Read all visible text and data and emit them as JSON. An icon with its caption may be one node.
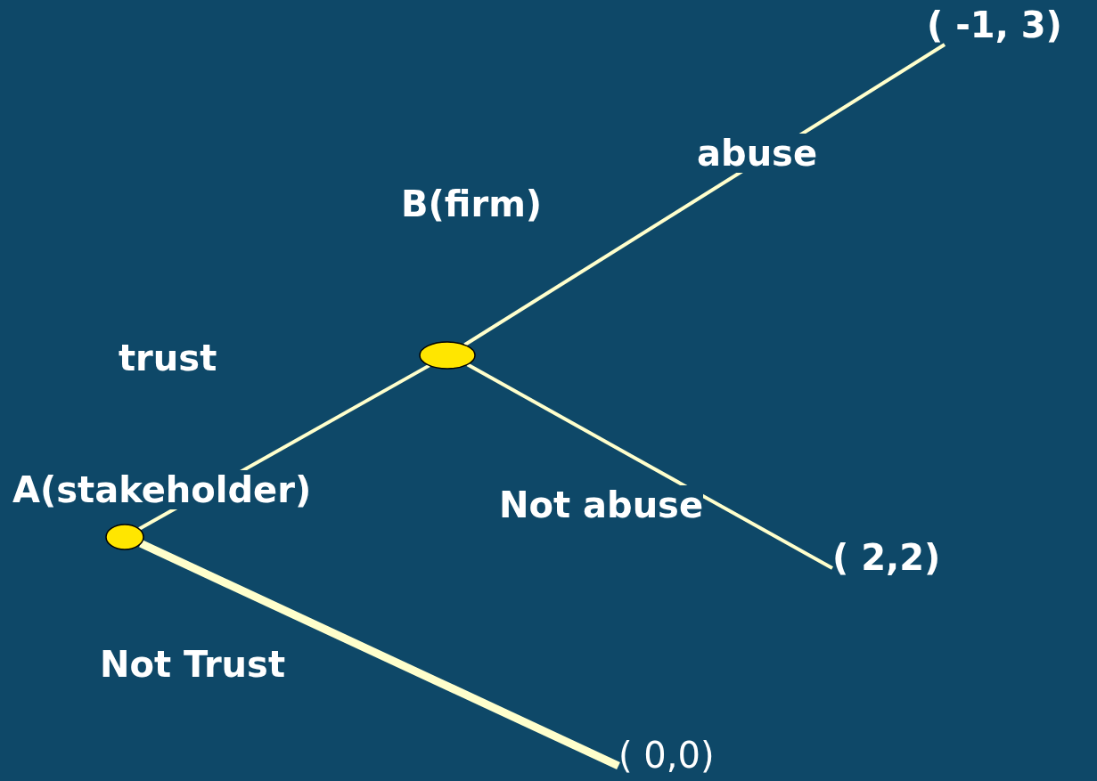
{
  "diagram": {
    "nodes": [
      {
        "text": [],
        "shape": "circle",
        "beside": [
          "A(stakeholder)"
        ]
      },
      {
        "text": [],
        "shape": "circle",
        "beside": [
          "B(firm)"
        ]
      },
      {
        "text": [
          "( -1, 3)"
        ]
      },
      {
        "text": [
          "( 2,2)"
        ]
      },
      {
        "text": [
          "( 0,0)"
        ]
      }
    ],
    "edges": [
      {
        "from": 0,
        "to": 1,
        "arrow": "none",
        "label": "trust"
      },
      {
        "from": 1,
        "to": 2,
        "arrow": "none",
        "label": "abuse"
      },
      {
        "from": 1,
        "to": 3,
        "arrow": "none",
        "label": "Not abuse"
      },
      {
        "from": 0,
        "to": 4,
        "arrow": "none",
        "label": "Not Trust",
        "style": "thick"
      }
    ]
  }
}
